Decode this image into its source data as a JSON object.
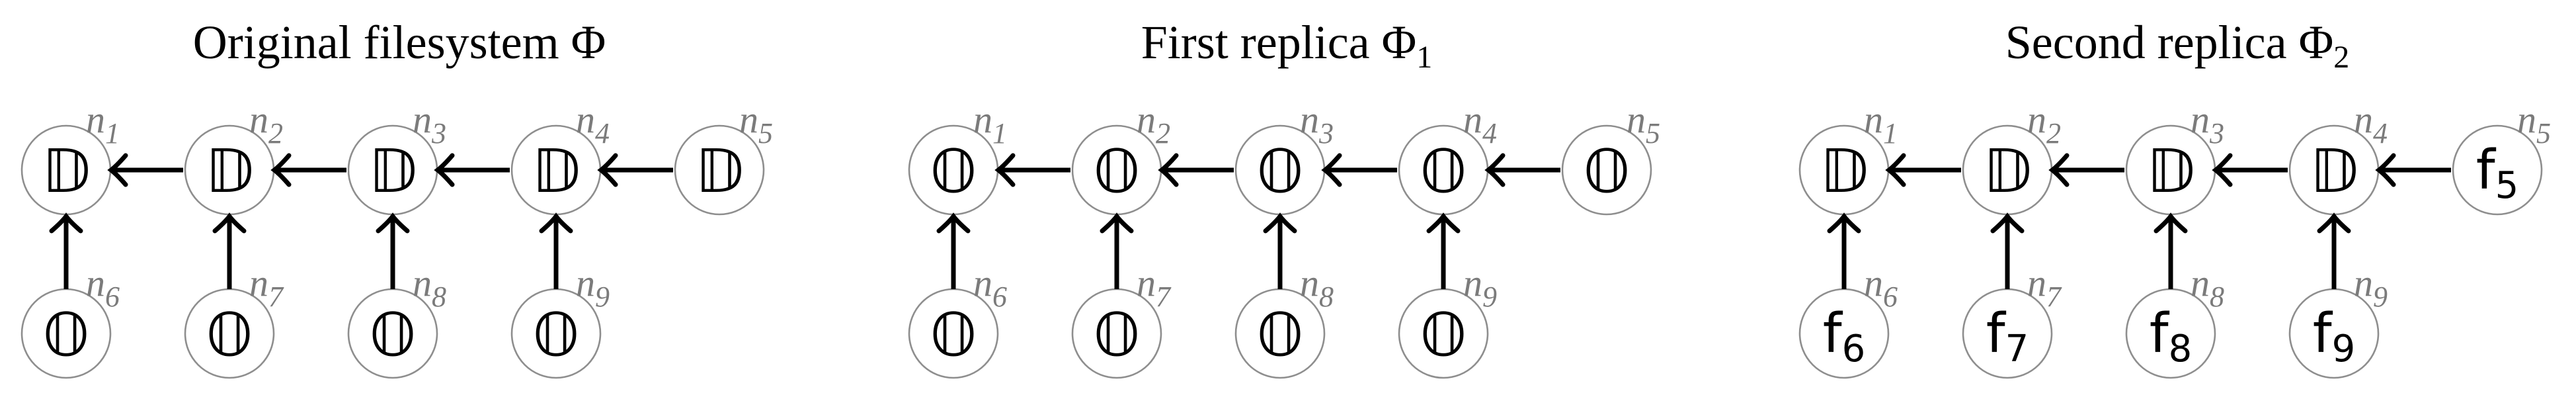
{
  "figure": {
    "background_color": "#ffffff",
    "ink_color": "#000000",
    "node_stroke_color": "#8e8e8e",
    "label_color": "#7b7b7b"
  },
  "diagrams": [
    {
      "title": {
        "base": "Original filesystem Φ",
        "subscript": ""
      },
      "nodes": [
        {
          "id": "n1",
          "glyph": "𝔻",
          "glyph_sub": "",
          "label": "n",
          "label_sub": "1"
        },
        {
          "id": "n2",
          "glyph": "𝔻",
          "glyph_sub": "",
          "label": "n",
          "label_sub": "2"
        },
        {
          "id": "n3",
          "glyph": "𝔻",
          "glyph_sub": "",
          "label": "n",
          "label_sub": "3"
        },
        {
          "id": "n4",
          "glyph": "𝔻",
          "glyph_sub": "",
          "label": "n",
          "label_sub": "4"
        },
        {
          "id": "n5",
          "glyph": "𝔻",
          "glyph_sub": "",
          "label": "n",
          "label_sub": "5"
        },
        {
          "id": "n6",
          "glyph": "𝕆",
          "glyph_sub": "",
          "label": "n",
          "label_sub": "6"
        },
        {
          "id": "n7",
          "glyph": "𝕆",
          "glyph_sub": "",
          "label": "n",
          "label_sub": "7"
        },
        {
          "id": "n8",
          "glyph": "𝕆",
          "glyph_sub": "",
          "label": "n",
          "label_sub": "8"
        },
        {
          "id": "n9",
          "glyph": "𝕆",
          "glyph_sub": "",
          "label": "n",
          "label_sub": "9"
        }
      ],
      "edges": [
        "n2→n1",
        "n3→n2",
        "n4→n3",
        "n5→n4",
        "n6→n1",
        "n7→n2",
        "n8→n3",
        "n9→n4"
      ]
    },
    {
      "title": {
        "base": "First replica Φ",
        "subscript": "1"
      },
      "nodes": [
        {
          "id": "n1",
          "glyph": "𝕆",
          "glyph_sub": "",
          "label": "n",
          "label_sub": "1"
        },
        {
          "id": "n2",
          "glyph": "𝕆",
          "glyph_sub": "",
          "label": "n",
          "label_sub": "2"
        },
        {
          "id": "n3",
          "glyph": "𝕆",
          "glyph_sub": "",
          "label": "n",
          "label_sub": "3"
        },
        {
          "id": "n4",
          "glyph": "𝕆",
          "glyph_sub": "",
          "label": "n",
          "label_sub": "4"
        },
        {
          "id": "n5",
          "glyph": "𝕆",
          "glyph_sub": "",
          "label": "n",
          "label_sub": "5"
        },
        {
          "id": "n6",
          "glyph": "𝕆",
          "glyph_sub": "",
          "label": "n",
          "label_sub": "6"
        },
        {
          "id": "n7",
          "glyph": "𝕆",
          "glyph_sub": "",
          "label": "n",
          "label_sub": "7"
        },
        {
          "id": "n8",
          "glyph": "𝕆",
          "glyph_sub": "",
          "label": "n",
          "label_sub": "8"
        },
        {
          "id": "n9",
          "glyph": "𝕆",
          "glyph_sub": "",
          "label": "n",
          "label_sub": "9"
        }
      ],
      "edges": [
        "n2→n1",
        "n3→n2",
        "n4→n3",
        "n5→n4",
        "n6→n1",
        "n7→n2",
        "n8→n3",
        "n9→n4"
      ]
    },
    {
      "title": {
        "base": "Second replica Φ",
        "subscript": "2"
      },
      "nodes": [
        {
          "id": "n1",
          "glyph": "𝔻",
          "glyph_sub": "",
          "label": "n",
          "label_sub": "1"
        },
        {
          "id": "n2",
          "glyph": "𝔻",
          "glyph_sub": "",
          "label": "n",
          "label_sub": "2"
        },
        {
          "id": "n3",
          "glyph": "𝔻",
          "glyph_sub": "",
          "label": "n",
          "label_sub": "3"
        },
        {
          "id": "n4",
          "glyph": "𝔻",
          "glyph_sub": "",
          "label": "n",
          "label_sub": "4"
        },
        {
          "id": "n5",
          "glyph": "f",
          "glyph_sub": "5",
          "label": "n",
          "label_sub": "5"
        },
        {
          "id": "n6",
          "glyph": "f",
          "glyph_sub": "6",
          "label": "n",
          "label_sub": "6"
        },
        {
          "id": "n7",
          "glyph": "f",
          "glyph_sub": "7",
          "label": "n",
          "label_sub": "7"
        },
        {
          "id": "n8",
          "glyph": "f",
          "glyph_sub": "8",
          "label": "n",
          "label_sub": "8"
        },
        {
          "id": "n9",
          "glyph": "f",
          "glyph_sub": "9",
          "label": "n",
          "label_sub": "9"
        }
      ],
      "edges": [
        "n2→n1",
        "n3→n2",
        "n4→n3",
        "n5→n4",
        "n6→n1",
        "n7→n2",
        "n8→n3",
        "n9→n4"
      ]
    }
  ]
}
